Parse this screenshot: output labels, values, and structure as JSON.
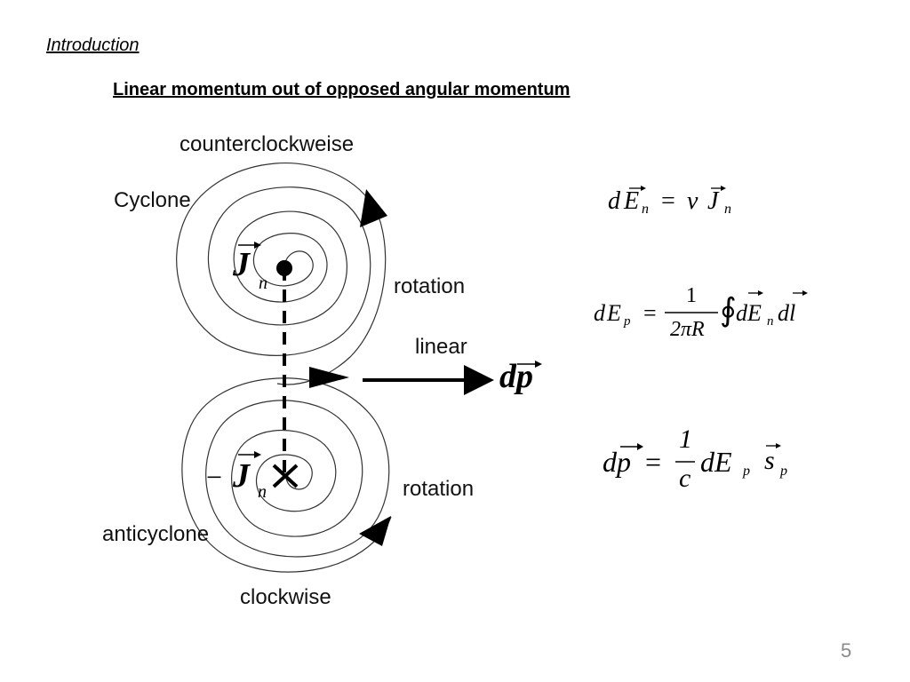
{
  "slide": {
    "section_label": "Introduction",
    "title": "Linear momentum out of opposed angular momentum",
    "page_number": "5"
  },
  "diagram": {
    "labels": {
      "counterclockwise": "counterclockweise",
      "cyclone": "Cyclone",
      "rotation_top": "rotation",
      "linear": "linear",
      "rotation_bottom": "rotation",
      "anticyclone": "anticyclone",
      "clockwise": "clockwise"
    },
    "symbols": {
      "angular_momentum": "J",
      "angular_momentum_sub": "n",
      "negative_sign": "−",
      "momentum": "dp"
    }
  },
  "equations": {
    "eq1": {
      "lhs_d": "d",
      "lhs_E": "E",
      "lhs_sub": "n",
      "eq": "=",
      "v": "v",
      "J": "J",
      "J_sub": "n"
    },
    "eq2": {
      "d": "d",
      "E": "E",
      "sub": "p",
      "eq": "=",
      "num": "1",
      "den": "2πR",
      "integral": "∮",
      "dE": "dE",
      "dE_sub": "n",
      "dl": "dl"
    },
    "eq3": {
      "dp": "dp",
      "eq": "=",
      "num": "1",
      "den": "c",
      "dE": "dE",
      "dE_sub": "p",
      "s": "s",
      "s_sub": "p"
    }
  }
}
